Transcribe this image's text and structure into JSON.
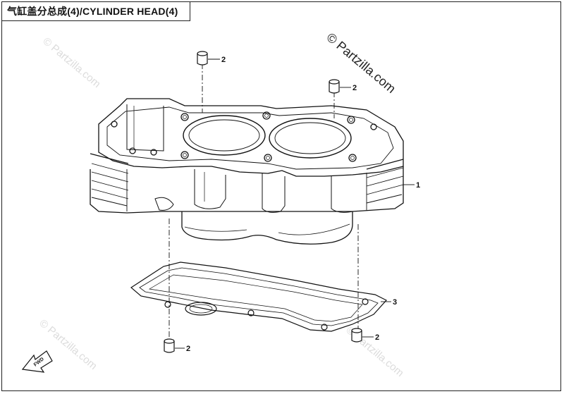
{
  "title": "气缸盖分总成(4)/CYLINDER HEAD(4)",
  "callouts": {
    "cylinder_head": "1",
    "dowel_pin_top_left": "2",
    "dowel_pin_top_right": "2",
    "gasket": "3",
    "dowel_pin_bottom_right": "2",
    "dowel_pin_bottom_left": "2"
  },
  "fwd_label": "FWD",
  "watermark": "© Partzilla.com",
  "colors": {
    "line": "#111111",
    "watermark_faint": "#dcdcdc"
  }
}
